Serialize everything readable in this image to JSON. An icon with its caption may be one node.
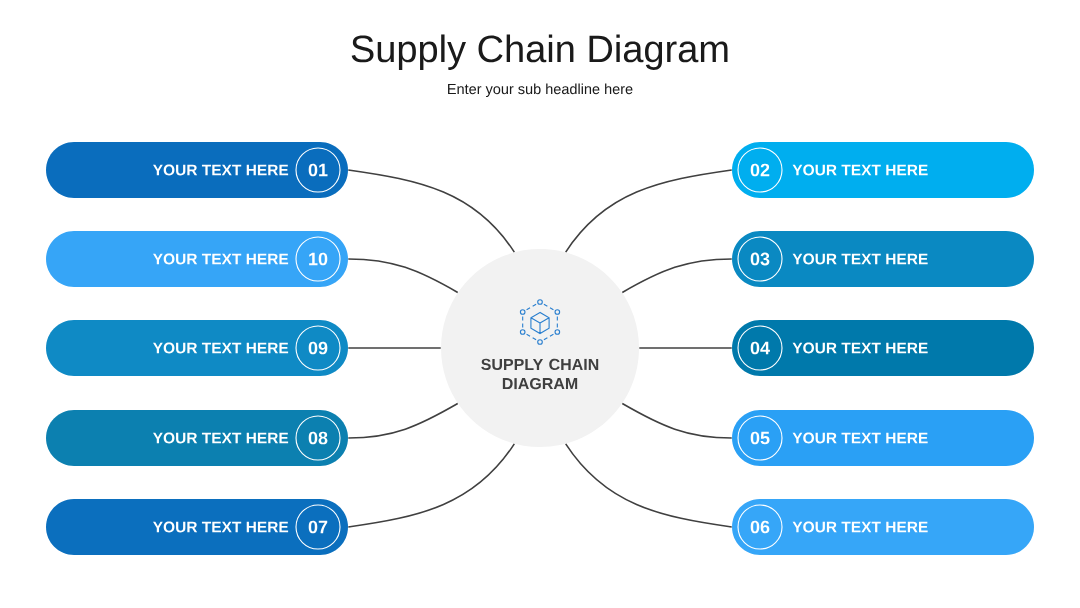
{
  "diagram": {
    "title": "Supply Chain Diagram",
    "nodes": [
      {
        "text": [
          "SUPPLY CHAIN DIAGRAM"
        ]
      },
      {
        "text": [
          "YOUR TEXT HERE"
        ]
      },
      {
        "text": [
          "01"
        ],
        "in": 1
      },
      {
        "text": [
          "YOUR TEXT HERE"
        ]
      },
      {
        "text": [
          "02"
        ],
        "in": 3
      },
      {
        "text": [
          "YOUR TEXT HERE"
        ]
      },
      {
        "text": [
          "03"
        ],
        "in": 5
      },
      {
        "text": [
          "YOUR TEXT HERE"
        ]
      },
      {
        "text": [
          "04"
        ],
        "in": 7
      },
      {
        "text": [
          "YOUR TEXT HERE"
        ]
      },
      {
        "text": [
          "05"
        ],
        "in": 9
      },
      {
        "text": [
          "YOUR TEXT HERE"
        ]
      },
      {
        "text": [
          "06"
        ],
        "in": 11
      },
      {
        "text": [
          "YOUR TEXT HERE"
        ]
      },
      {
        "text": [
          "07"
        ],
        "in": 13
      },
      {
        "text": [
          "YOUR TEXT HERE"
        ]
      },
      {
        "text": [
          "08"
        ],
        "in": 15
      },
      {
        "text": [
          "YOUR TEXT HERE"
        ]
      },
      {
        "text": [
          "09"
        ],
        "in": 17
      },
      {
        "text": [
          "YOUR TEXT HERE"
        ]
      },
      {
        "text": [
          "10"
        ],
        "in": 19
      }
    ],
    "edges": [
      {
        "from": 0,
        "to": 1,
        "arrow": "none"
      },
      {
        "from": 0,
        "to": 3,
        "arrow": "none"
      },
      {
        "from": 0,
        "to": 5,
        "arrow": "none"
      },
      {
        "from": 0,
        "to": 7,
        "arrow": "none"
      },
      {
        "from": 0,
        "to": 9,
        "arrow": "none"
      },
      {
        "from": 0,
        "to": 11,
        "arrow": "none"
      },
      {
        "from": 0,
        "to": 13,
        "arrow": "none"
      },
      {
        "from": 0,
        "to": 15,
        "arrow": "none"
      },
      {
        "from": 0,
        "to": 17,
        "arrow": "none"
      },
      {
        "from": 0,
        "to": 19,
        "arrow": "none"
      }
    ],
    "labels": [
      "Enter your sub headline here"
    ]
  }
}
